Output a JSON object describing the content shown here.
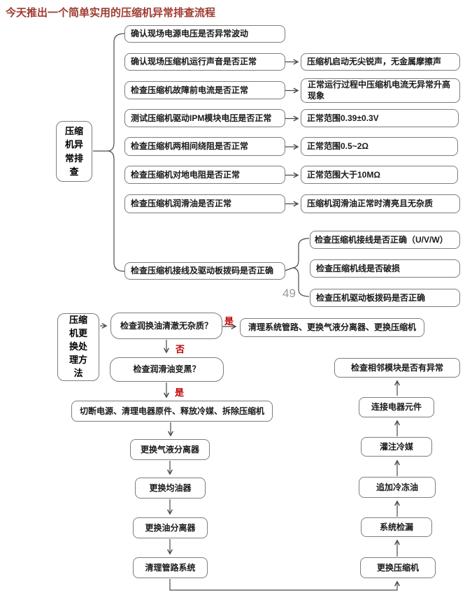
{
  "title": "今天推出一个简单实用的压缩机异常排查流程",
  "page_number": "49",
  "colors": {
    "title_red": "#9E3B32",
    "accent_red": "#C00000",
    "box_border": "#7D7D7D",
    "connector": "#4A4A4A",
    "page_number_gray": "#999999"
  },
  "flow1": {
    "root_label": "压缩机异常排查",
    "rows": [
      {
        "step": "确认现场电源电压是否异常波动",
        "result": ""
      },
      {
        "step": "确认现场压缩机运行声音是否正常",
        "result": "压缩机启动无尖锐声，无金属摩擦声"
      },
      {
        "step": "检查压缩机故障前电流是否正常",
        "result": "正常运行过程中压缩机电流无异常升高现象"
      },
      {
        "step": "测试压缩机驱动IPM模块电压是否正常",
        "result": "正常范围0.39±0.3V"
      },
      {
        "step": "检查压缩机两相间绕阻是否正常",
        "result": "正常范围0.5~2Ω"
      },
      {
        "step": "检查压缩机对地电阻是否正常",
        "result": "正常范围大于10MΩ"
      },
      {
        "step": "检查压缩机润滑油是否正常",
        "result": "压缩机润滑油正常时清亮且无杂质"
      },
      {
        "step": "检查压缩机接线及驱动板拨码是否正确",
        "result": ""
      }
    ],
    "branch_results": [
      "检查压缩机接线是否正确（U/V/W）",
      "检查压缩机线是否破损",
      "检查压机驱动板拨码是否正确"
    ]
  },
  "flow2": {
    "root_label": "压缩机更换处理方法",
    "decision1": "检查润换油清澈无杂质？",
    "decision1_yes": "是",
    "decision1_no": "否",
    "yes_result": "清理系统管路、更换气液分离器、更换压缩机",
    "decision2": "检查润滑油变黑？",
    "decision2_yes": "是",
    "action": "切断电源、清理电器原件、释放冷媒、拆除压缩机",
    "down_chain": [
      "更换气液分离器",
      "更换均油器",
      "更换油分离器",
      "清理管路系统"
    ],
    "up_chain": [
      "更换压缩机",
      "系统检漏",
      "追加冷冻油",
      "灌注冷媒",
      "连接电器元件"
    ],
    "up_chain_end": "检查相邻模块是否有异常"
  }
}
